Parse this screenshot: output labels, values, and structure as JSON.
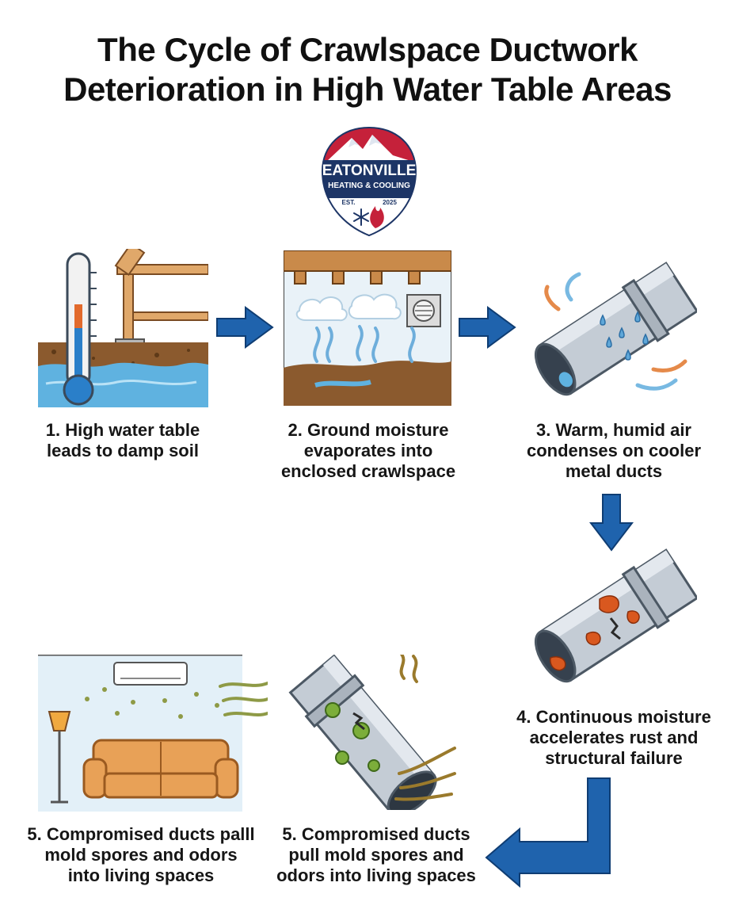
{
  "title": {
    "line1": "The Cycle of Crawlspace Ductwork",
    "line2": "Deterioration in High Water Table Areas"
  },
  "logo": {
    "name": "EATONVILLE",
    "tagline": "HEATING & COOLING",
    "est_label": "EST.",
    "year": "2025",
    "icons": [
      "mountain-icon",
      "flame-icon",
      "snowflake-icon"
    ]
  },
  "steps": [
    {
      "icon": "thermometer-soil-icon",
      "line1": "1. High water table",
      "line2": "leads to damp soil",
      "line3": ""
    },
    {
      "icon": "crawlspace-vapor-icon",
      "line1": "2. Ground moisture",
      "line2": "evaporates into",
      "line3": "enclosed crawlspace"
    },
    {
      "icon": "condensing-duct-icon",
      "line1": "3. Warm, humid air",
      "line2": "condenses on cooler",
      "line3": "metal ducts"
    },
    {
      "icon": "rusted-duct-icon",
      "line1": "4. Continuous moisture",
      "line2": "accelerates rust and",
      "line3": "structural failure"
    },
    {
      "icon": "moldy-duct-icon",
      "line1": "5. Compromised ducts",
      "line2": "pull mold spores and",
      "line3": "odors into living spaces"
    },
    {
      "icon": "living-room-icon",
      "line1": "5. Compromised ducts palll",
      "line2": "mold spores and odors",
      "line3": "into living spaces"
    }
  ],
  "colors": {
    "arrow_blue": "#1f63ad",
    "water_blue": "#5fb2e0",
    "soil_brown": "#8b5a2e",
    "rust_orange": "#d9581f",
    "mold_green": "#7d8a3a",
    "sofa_orange": "#e8a157"
  }
}
